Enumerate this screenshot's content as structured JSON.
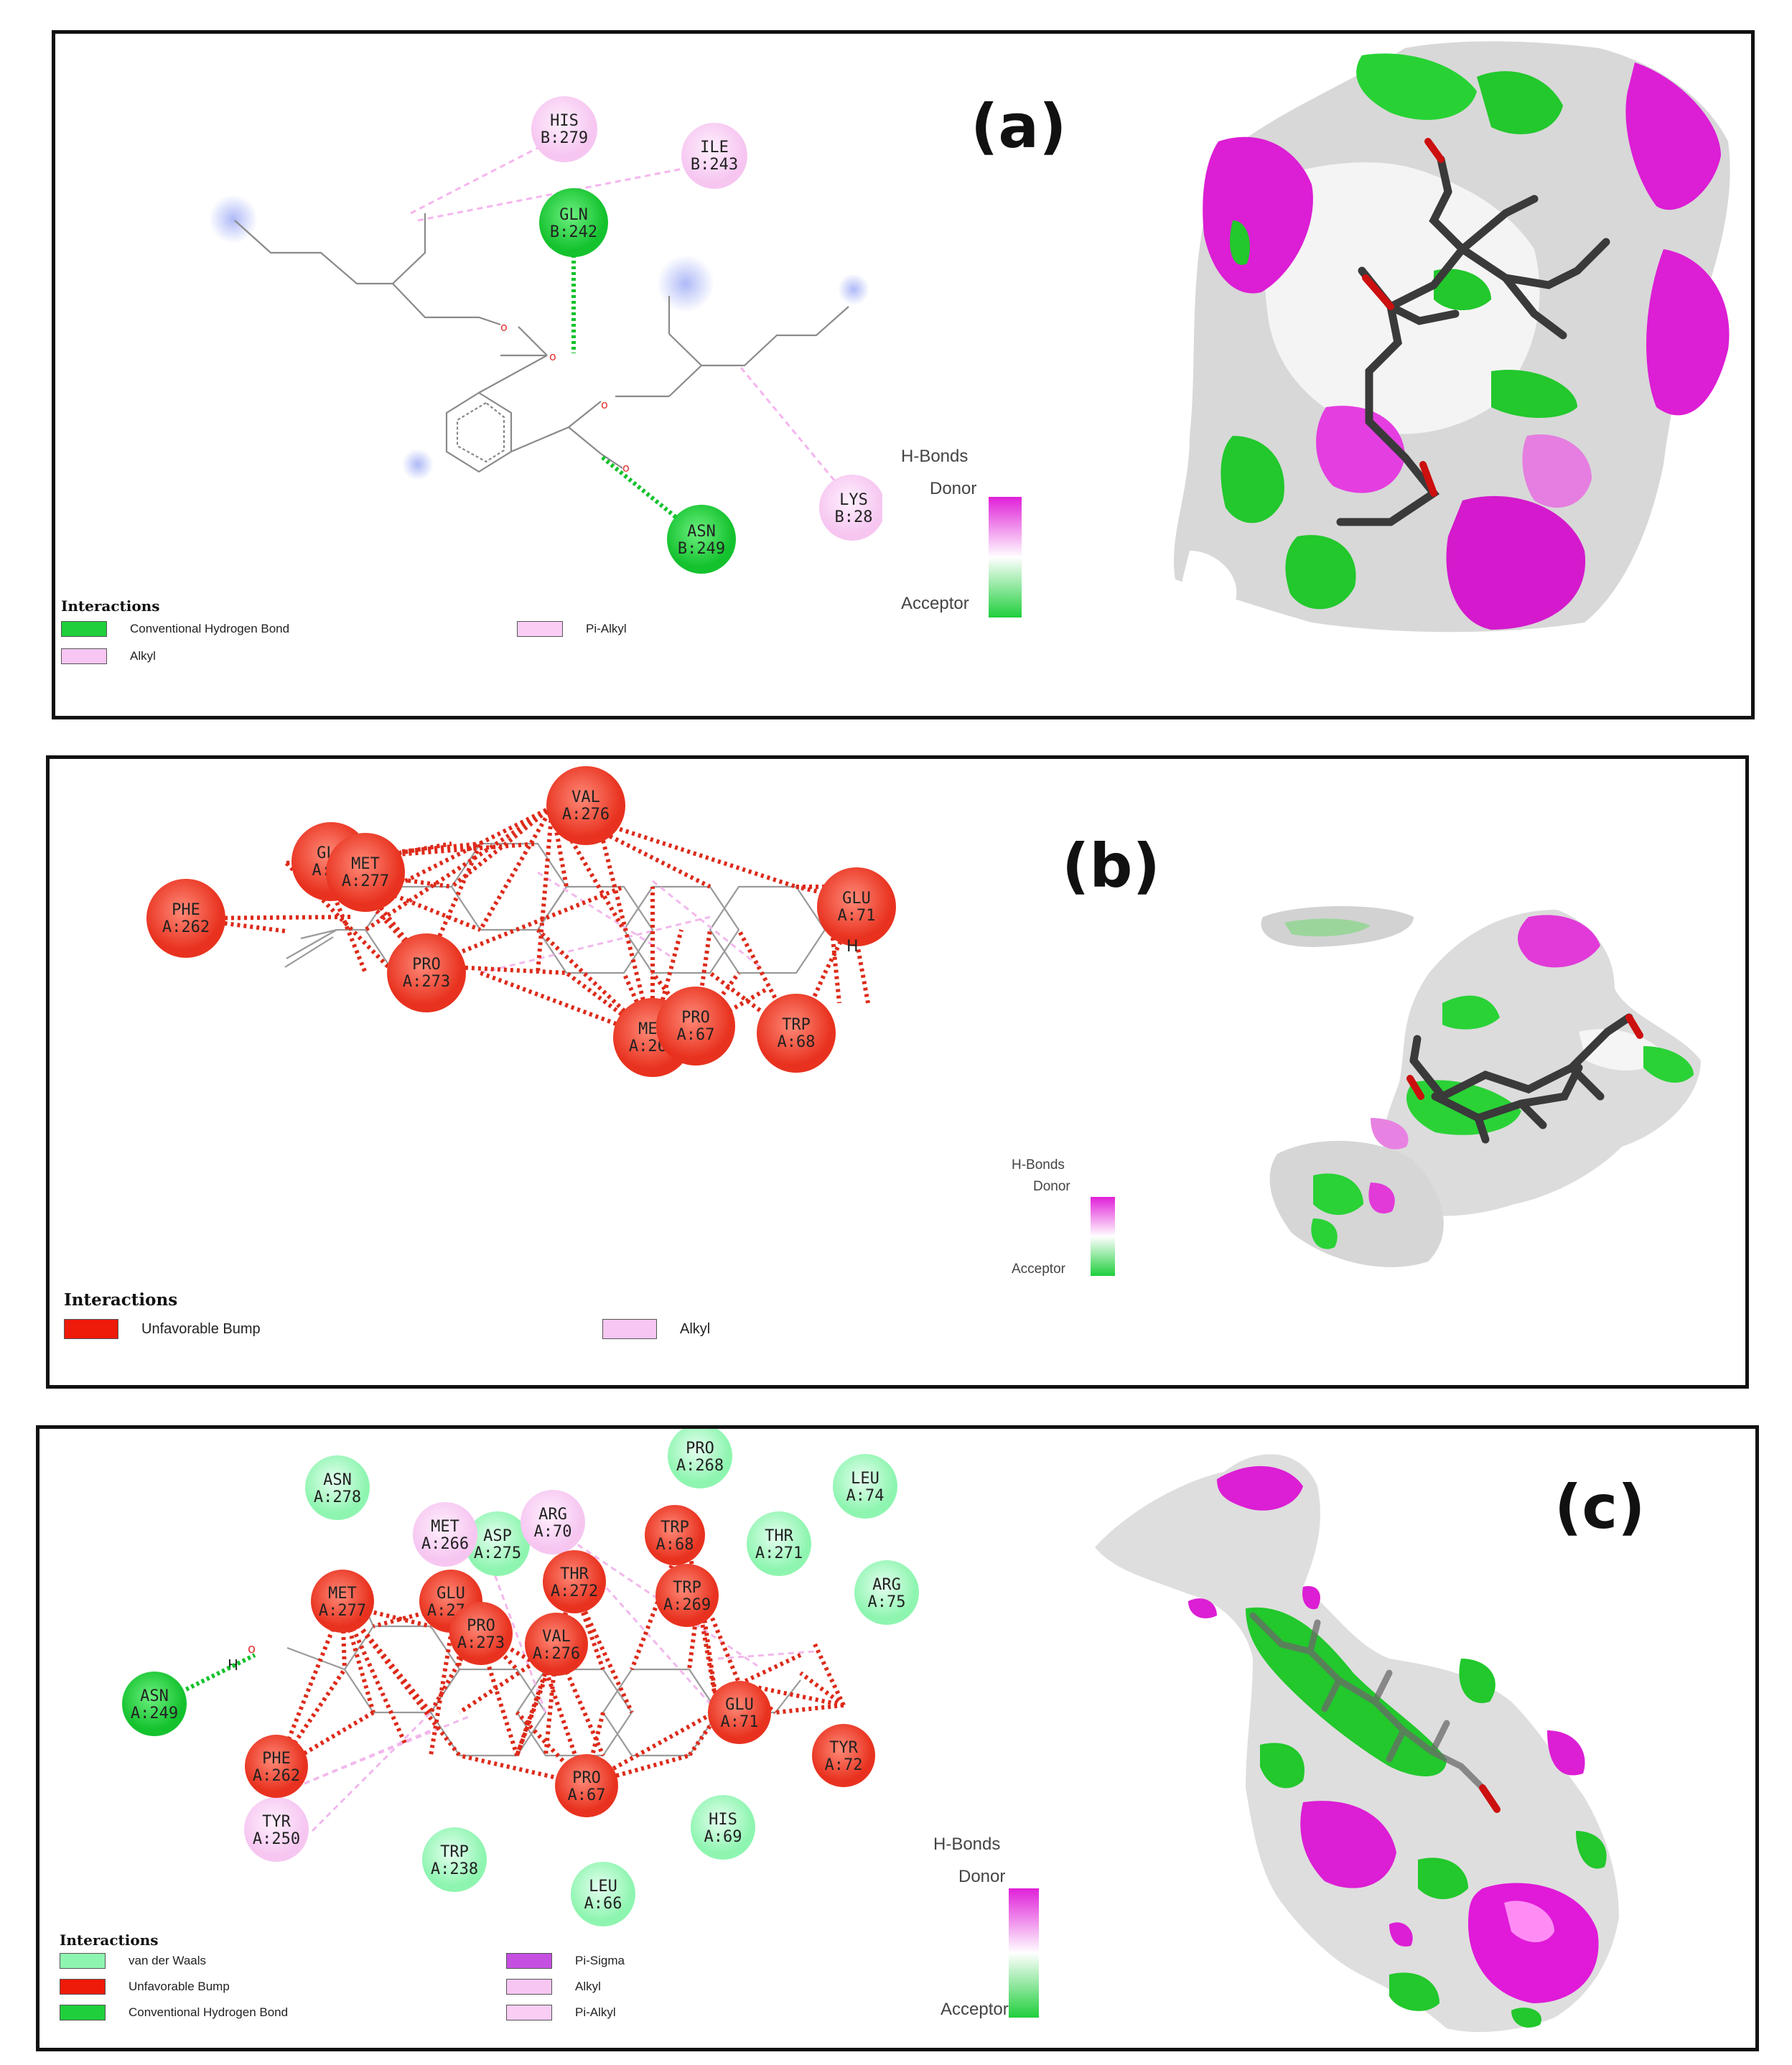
{
  "colors": {
    "hbond_green": "#1fcf3c",
    "alkyl_pink": "#f7c6f2",
    "pi_alkyl_pink": "#f9cdf4",
    "bump_red": "#ee3322",
    "vdw_green": "#8ef5b0",
    "pi_sigma_purple": "#c44fe0",
    "surface_magenta": "#e020d8",
    "surface_green": "#22d22a",
    "ligand_gray": "#3a3a3a",
    "oxygen_red": "#d01010"
  },
  "panels": {
    "a": {
      "label": "(a)",
      "residues": [
        {
          "name": "HIS",
          "id": "B:279",
          "type": "alkyl"
        },
        {
          "name": "ILE",
          "id": "B:243",
          "type": "alkyl"
        },
        {
          "name": "GLN",
          "id": "B:242",
          "type": "hbond"
        },
        {
          "name": "ASN",
          "id": "B:249",
          "type": "hbond"
        },
        {
          "name": "LYS",
          "id": "B:28",
          "type": "alkyl"
        }
      ],
      "legend_title": "Interactions",
      "legend": [
        {
          "label": "Conventional Hydrogen Bond",
          "color": "#1fcf3c"
        },
        {
          "label": "Alkyl",
          "color": "#f7c6f2"
        },
        {
          "label": "Pi-Alkyl",
          "color": "#f9cdf4"
        }
      ],
      "hbonds": {
        "title": "H-Bonds",
        "donor": "Donor",
        "acceptor": "Acceptor"
      }
    },
    "b": {
      "label": "(b)",
      "residues": [
        {
          "name": "VAL",
          "id": "A:276"
        },
        {
          "name": "GLU",
          "id": "A:27"
        },
        {
          "name": "MET",
          "id": "A:277"
        },
        {
          "name": "PHE",
          "id": "A:262"
        },
        {
          "name": "PRO",
          "id": "A:273"
        },
        {
          "name": "MET",
          "id": "A:266"
        },
        {
          "name": "PRO",
          "id": "A:67"
        },
        {
          "name": "TRP",
          "id": "A:68"
        },
        {
          "name": "GLU",
          "id": "A:71"
        }
      ],
      "h_label": "H",
      "legend_title": "Interactions",
      "legend": [
        {
          "label": "Unfavorable Bump",
          "color": "#ee3322"
        },
        {
          "label": "Alkyl",
          "color": "#f7c6f2"
        }
      ],
      "hbonds": {
        "title": "H-Bonds",
        "donor": "Donor",
        "acceptor": "Acceptor"
      }
    },
    "c": {
      "label": "(c)",
      "residues_vdw": [
        {
          "name": "ASN",
          "id": "A:278"
        },
        {
          "name": "PRO",
          "id": "A:268"
        },
        {
          "name": "LEU",
          "id": "A:74"
        },
        {
          "name": "ASP",
          "id": "A:275"
        },
        {
          "name": "THR",
          "id": "A:271"
        },
        {
          "name": "ARG",
          "id": "A:75"
        },
        {
          "name": "HIS",
          "id": "A:69"
        },
        {
          "name": "TRP",
          "id": "A:238"
        },
        {
          "name": "LEU",
          "id": "A:66"
        }
      ],
      "residues_alkyl": [
        {
          "name": "MET",
          "id": "A:266"
        },
        {
          "name": "ARG",
          "id": "A:70"
        },
        {
          "name": "TYR",
          "id": "A:250"
        }
      ],
      "residues_bump": [
        {
          "name": "TRP",
          "id": "A:68"
        },
        {
          "name": "MET",
          "id": "A:277"
        },
        {
          "name": "GLU",
          "id": "A:274"
        },
        {
          "name": "THR",
          "id": "A:272"
        },
        {
          "name": "TRP",
          "id": "A:269"
        },
        {
          "name": "PRO",
          "id": "A:273"
        },
        {
          "name": "VAL",
          "id": "A:276"
        },
        {
          "name": "GLU",
          "id": "A:71"
        },
        {
          "name": "PHE",
          "id": "A:262"
        },
        {
          "name": "PRO",
          "id": "A:67"
        },
        {
          "name": "TYR",
          "id": "A:72"
        }
      ],
      "residues_hbond": [
        {
          "name": "ASN",
          "id": "A:249"
        }
      ],
      "h_label": "H",
      "legend_title": "Interactions",
      "legend": [
        {
          "label": "van der Waals",
          "color": "#8ef5b0"
        },
        {
          "label": "Unfavorable Bump",
          "color": "#ee3322"
        },
        {
          "label": "Conventional Hydrogen Bond",
          "color": "#1fcf3c"
        },
        {
          "label": "Pi-Sigma",
          "color": "#c44fe0"
        },
        {
          "label": "Alkyl",
          "color": "#f7c6f2"
        },
        {
          "label": "Pi-Alkyl",
          "color": "#f9cdf4"
        }
      ],
      "hbonds": {
        "title": "H-Bonds",
        "donor": "Donor",
        "acceptor": "Acceptor"
      }
    }
  }
}
